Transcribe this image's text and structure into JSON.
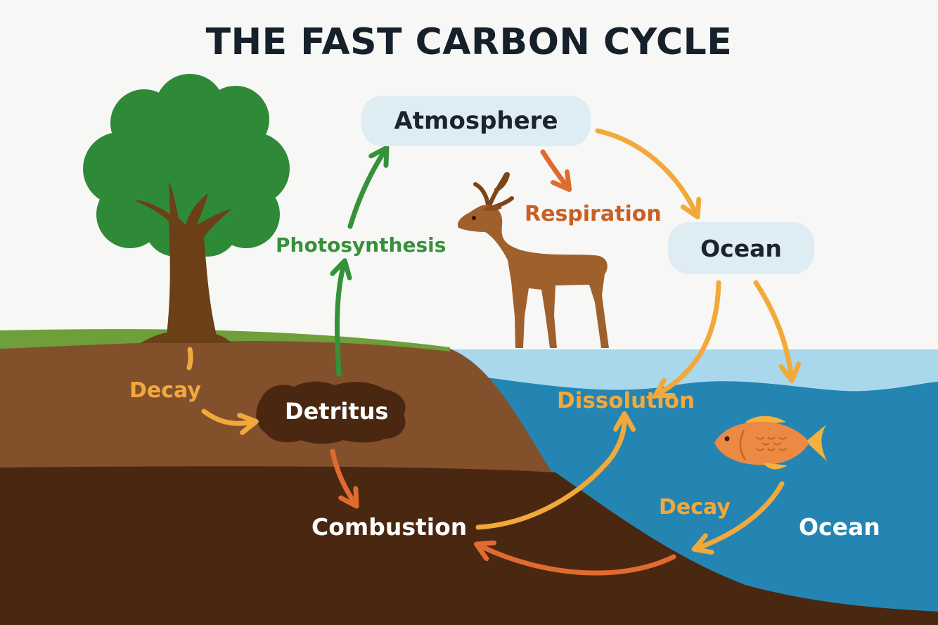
{
  "title": "THE FAST CARBON CYCLE",
  "nodes": {
    "atmosphere": "Atmosphere",
    "ocean_top": "Ocean",
    "detritus": "Detritus",
    "combustion": "Combustion",
    "ocean_bottom": "Ocean"
  },
  "processes": {
    "photosynthesis": "Photosynthesis",
    "respiration": "Respiration",
    "decay_land": "Decay",
    "dissolution": "Dissolution",
    "decay_ocean": "Decay"
  },
  "colors": {
    "background": "#f7f7f5",
    "grass": "#6e9f3a",
    "soil_top": "#83502c",
    "soil_deep": "#4a2710",
    "water_surface": "#a9d8ec",
    "water_deep": "#2485b3",
    "green_arrow": "#35913a",
    "orange_arrow": "#f2a93b",
    "red_arrow": "#e06b2f",
    "pill": "#deedf3"
  },
  "icons": [
    "tree-icon",
    "deer-icon",
    "fish-icon"
  ]
}
